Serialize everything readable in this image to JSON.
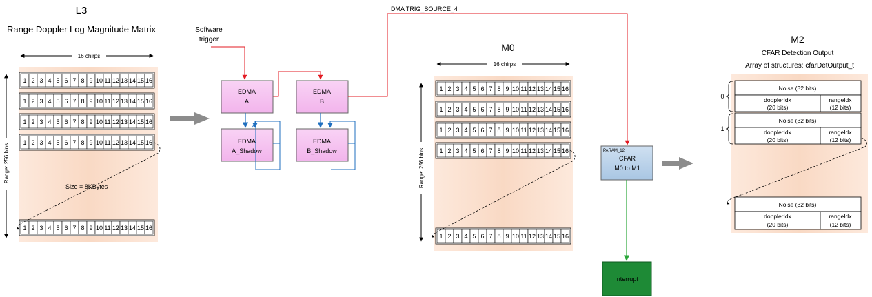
{
  "l3": {
    "name": "L3",
    "title": "Range Doppler Log Magnitude Matrix",
    "chirps_label": "16 chirps",
    "range_label": "Range: 256 bins",
    "size_label": "Size = 8KBytes"
  },
  "cells": [
    "1",
    "2",
    "3",
    "4",
    "5",
    "6",
    "7",
    "8",
    "9",
    "10",
    "11",
    "12",
    "13",
    "14",
    "15",
    "16"
  ],
  "software_trigger": {
    "line1": "Software",
    "line2": "trigger"
  },
  "edma": {
    "a_line1": "EDMA",
    "a_line2": "A",
    "b_line1": "EDMA",
    "b_line2": "B",
    "a_shadow_line1": "EDMA",
    "a_shadow_line2": "A_Shadow",
    "b_shadow_line1": "EDMA",
    "b_shadow_line2": "B_Shadow"
  },
  "dma_trig": "DMA TRIG_SOURCE_4",
  "m0": {
    "name": "M0",
    "chirps_label": "16 chirps",
    "range_label": "Range: 256 bins"
  },
  "cfar": {
    "param": "PARAM_12",
    "line1": "CFAR",
    "line2": "M0 to M1"
  },
  "interrupt": "Interrupt",
  "m2": {
    "name": "M2",
    "title": "CFAR Detection Output",
    "subtitle": "Array of structures: cfarDetOutput_t",
    "noise": "Noise (32 bits)",
    "doppler_line1": "dopplerIdx",
    "doppler_line2": "(20 bits)",
    "range_line1": "rangeIdx",
    "range_line2": "(12 bits)",
    "index_0": "0",
    "index_1": "1"
  },
  "colors": {
    "matrix_bg": "#fbe2d1",
    "edma_fill": "#f5c2f0",
    "cfar_fill": "#b8d1e8",
    "interrupt_fill": "#1e8a36",
    "red_arrow": "#e31b23",
    "blue_arrow": "#1f6fbf",
    "green_arrow": "#2aa639",
    "gray_arrow": "#8c8c8c"
  }
}
